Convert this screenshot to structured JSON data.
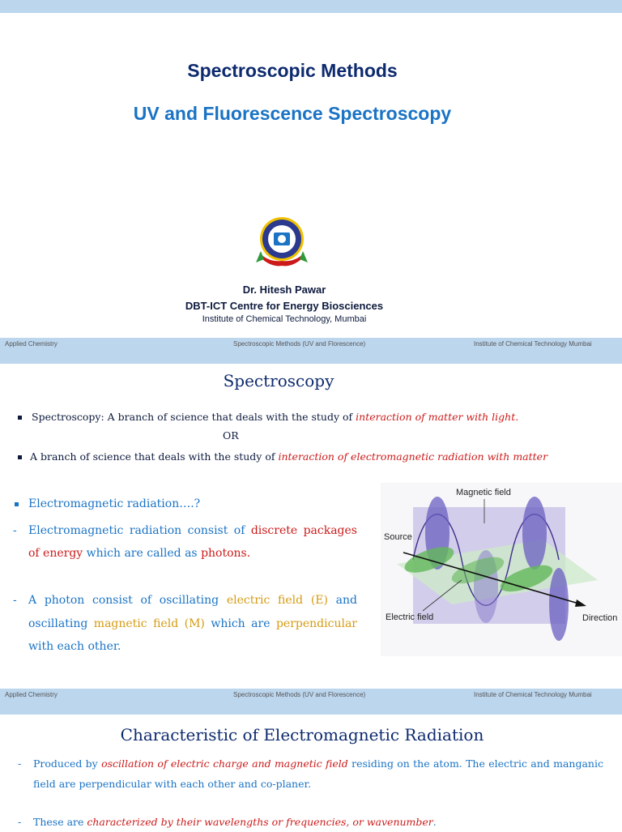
{
  "slide1": {
    "title": "Spectroscopic Methods",
    "subtitle": "UV and Fluorescence Spectroscopy",
    "author": "Dr. Hitesh Pawar",
    "centre": "DBT-ICT Centre for Energy Biosciences",
    "institute": "Institute of Chemical Technology, Mumbai"
  },
  "footer": {
    "left": "Applied Chemistry",
    "center": "Spectroscopic Methods (UV and Florescence)",
    "right": "Institute of Chemical Technology Mumbai"
  },
  "slide2": {
    "heading": "Spectroscopy",
    "def1_plain": "Spectroscopy: A branch of science that deals with the study of ",
    "def1_em": "interaction of matter with light.",
    "or": "OR",
    "def2_plain": "A branch of science that deals with the study of ",
    "def2_em": "interaction of electromagnetic radiation with matter",
    "em_question": "Electromagnetic radiation….?",
    "p1_a": "Electromagnetic radiation consist of ",
    "p1_b": "discrete packages of energy",
    "p1_c": " which are called as ",
    "p1_d": "photons.",
    "p2_a": "A photon consist of oscillating ",
    "p2_b": "electric field (E)",
    "p2_c": " and oscillating ",
    "p2_d": "magnetic field (M)",
    "p2_e": " which are ",
    "p2_f": "perpendicular",
    "p2_g": " with each other.",
    "diagram": {
      "magnetic_label": "Magnetic field",
      "source_label": "Source",
      "electric_label": "Electric field",
      "direction_label": "Direction"
    }
  },
  "slide3": {
    "heading": "Characteristic of Electromagnetic Radiation",
    "b1_a": "Produced by ",
    "b1_b": "oscillation of electric charge and magnetic field",
    "b1_c": " residing on the atom. The electric and manganic field  are perpendicular with each other and co-planer.",
    "b2_a": "These are ",
    "b2_b": "characterized by their wavelengths or frequencies, or wavenumber",
    "b2_c": "."
  },
  "colors": {
    "band": "#bcd6ee",
    "navy": "#0d2a6e",
    "blue": "#1a73c5",
    "red": "#cc1a1a",
    "orange": "#d59b12"
  }
}
